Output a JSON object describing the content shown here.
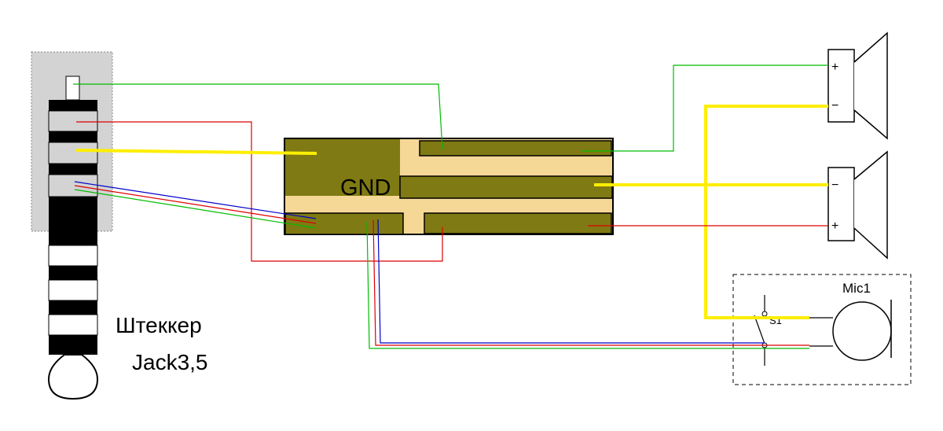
{
  "labels": {
    "gnd": "GND",
    "plug_name": "Штеккер",
    "plug_type": "Jack3,5",
    "mic": "Mic1",
    "switch": "S1",
    "plus": "+",
    "minus": "−"
  },
  "colors": {
    "board": "#7f7a13",
    "pad_gap": "#f5d796",
    "plug_shade": "#d3d3d3",
    "wire_red": "#dd0000",
    "wire_green": "#00bb00",
    "wire_blue": "#0000cc",
    "wire_yellow": "#ffee00"
  }
}
